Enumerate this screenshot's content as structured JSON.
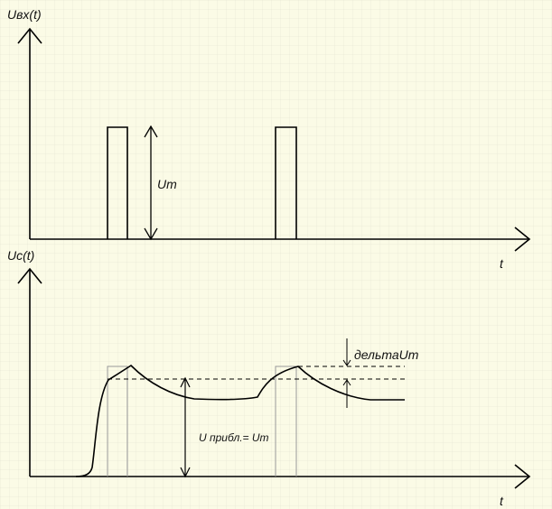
{
  "top_plot": {
    "y_label": "Uвх(t)",
    "x_label": "t",
    "amplitude_label": "Um"
  },
  "bottom_plot": {
    "y_label": "Uc(t)",
    "x_label": "t",
    "ripple_label": "дельтаUm",
    "average_label": "U прибл.= Um"
  },
  "colors": {
    "background": "#fbfbe6",
    "grid": "#dcdccc",
    "stroke": "#000000",
    "pulse_ghost": "#9a9a9a"
  }
}
